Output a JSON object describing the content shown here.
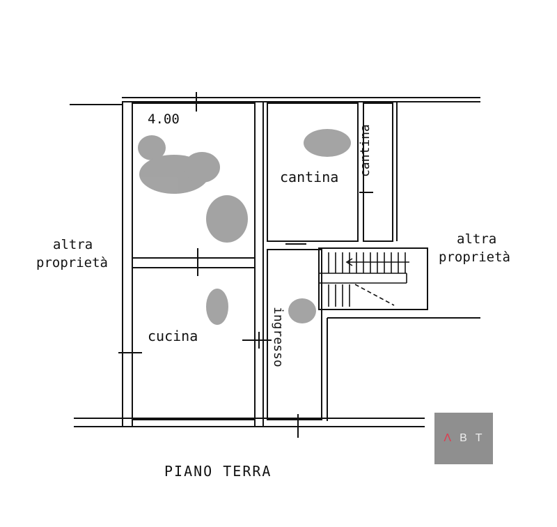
{
  "plan": {
    "title": "PIANO TERRA",
    "dimension": "4.00",
    "rooms": {
      "cantina_main": "cantina",
      "cantina_narrow": "cantina",
      "cucina": "cucina",
      "ingresso": "ingresso"
    },
    "neighbors": {
      "left_line1": "altra",
      "left_line2": "proprietà",
      "right_line1": "altra",
      "right_line2": "proprietà"
    }
  },
  "logo": {
    "letter_a": "Λ",
    "letter_b": "B",
    "letter_t": "T",
    "bg_color": "#8f8f8f",
    "accent_color": "#e03a4e"
  }
}
